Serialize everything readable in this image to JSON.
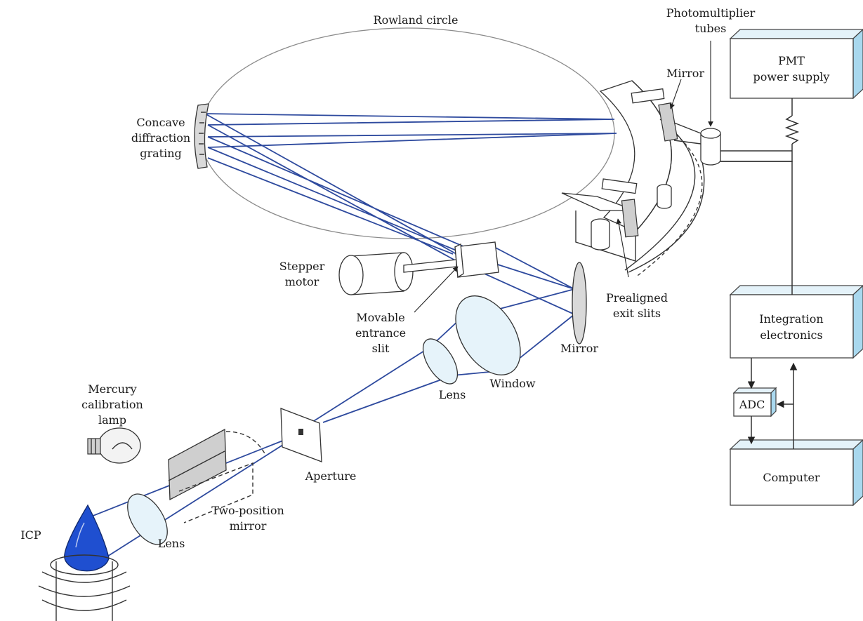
{
  "colors": {
    "beam": "#2e4a9e",
    "plasma": "#1f4fd0",
    "box_side": "#a9d8ee"
  },
  "labels": {
    "rowland_circle": "Rowland circle",
    "photomultiplier_1": "Photomultiplier",
    "photomultiplier_2": "tubes",
    "mirror_top": "Mirror",
    "grating_1": "Concave",
    "grating_2": "diffraction",
    "grating_3": "grating",
    "stepper_1": "Stepper",
    "stepper_2": "motor",
    "entrance_1": "Movable",
    "entrance_2": "entrance",
    "entrance_3": "slit",
    "exit_1": "Prealigned",
    "exit_2": "exit slits",
    "mirror_bottom": "Mirror",
    "window": "Window",
    "lens_upper": "Lens",
    "lens_lower": "Lens",
    "aperture": "Aperture",
    "mercury_1": "Mercury",
    "mercury_2": "calibration",
    "mercury_3": "lamp",
    "two_position_1": "Two-position",
    "two_position_2": "mirror",
    "icp": "ICP"
  },
  "boxes": {
    "pmt_1": "PMT",
    "pmt_2": "power supply",
    "integration_1": "Integration",
    "integration_2": "electronics",
    "adc": "ADC",
    "computer": "Computer"
  },
  "icons": {
    "grating": "concave-grating-icon",
    "lamp": "light-bulb-icon",
    "icp": "plasma-torch-icon",
    "motor": "stepper-motor-icon",
    "resistor": "resistor-icon"
  }
}
